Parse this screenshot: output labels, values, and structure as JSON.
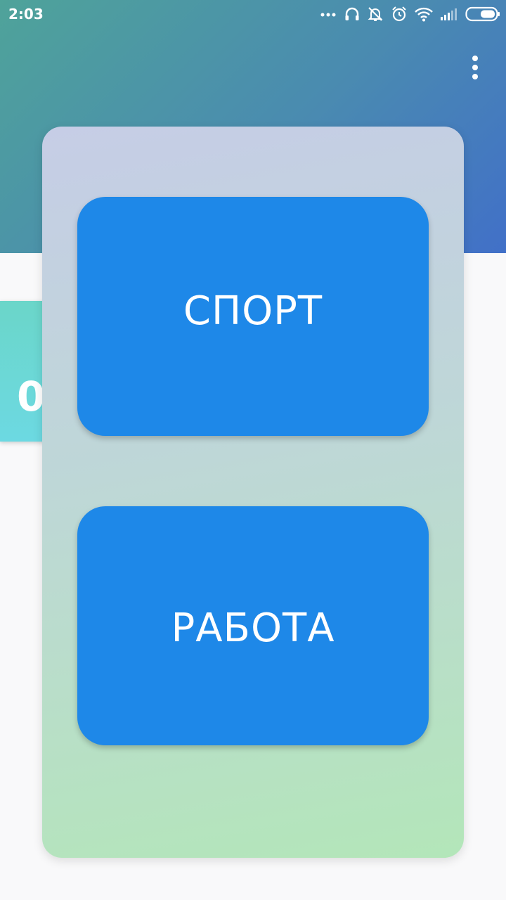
{
  "status_bar": {
    "time": "2:03",
    "icons": [
      "more-dots-icon",
      "headphones-icon",
      "notifications-off-icon",
      "alarm-icon",
      "wifi-icon",
      "signal-icon",
      "battery-icon"
    ]
  },
  "header": {
    "menu_icon": "more-vert-icon",
    "gradient": [
      "#4fa39a",
      "#4170c8"
    ]
  },
  "background_card": {
    "value": "0"
  },
  "dialog": {
    "options": [
      {
        "label": "СПОРТ"
      },
      {
        "label": "РАБОТА"
      }
    ],
    "button_color": "#1e88e8"
  }
}
